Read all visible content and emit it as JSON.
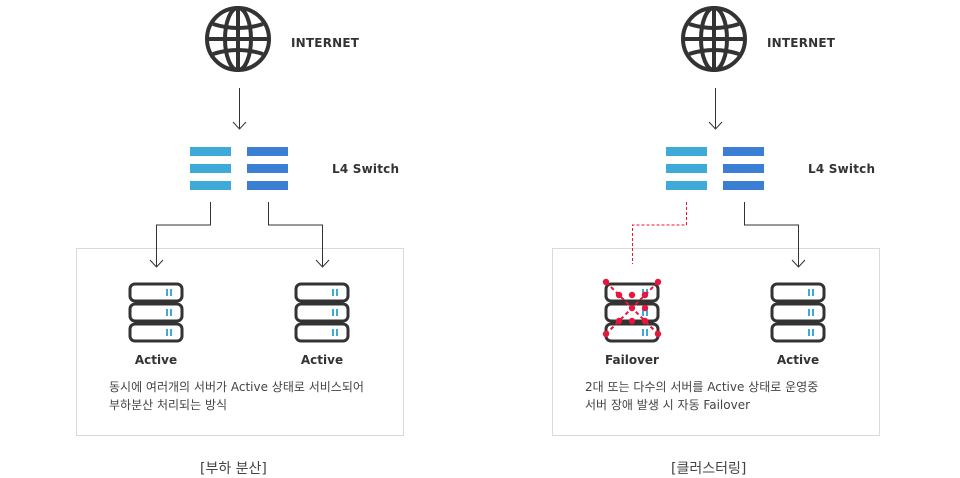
{
  "colors": {
    "switch_left": "#3fa9d8",
    "switch_right": "#3b7fd4",
    "outline": "#333333",
    "failure_red": "#e8163c",
    "box_border": "#d9d9d9"
  },
  "panels": [
    {
      "id": "load-balancing",
      "internet_label": "INTERNET",
      "switch_label": "L4 Switch",
      "servers": [
        {
          "label": "Active",
          "state": "active"
        },
        {
          "label": "Active",
          "state": "active"
        }
      ],
      "description": [
        "동시에 여러개의 서버가 Active 상태로 서비스되어",
        "부하분산 처리되는 방식"
      ],
      "caption": "[부하 분산]"
    },
    {
      "id": "clustering",
      "internet_label": "INTERNET",
      "switch_label": "L4 Switch",
      "servers": [
        {
          "label": "Failover",
          "state": "failed"
        },
        {
          "label": "Active",
          "state": "active"
        }
      ],
      "description": [
        "2대 또는 다수의 서버를 Active 상태로 운영중",
        "서버 장애 발생 시 자동 Failover"
      ],
      "caption": "[클러스터링]"
    }
  ]
}
